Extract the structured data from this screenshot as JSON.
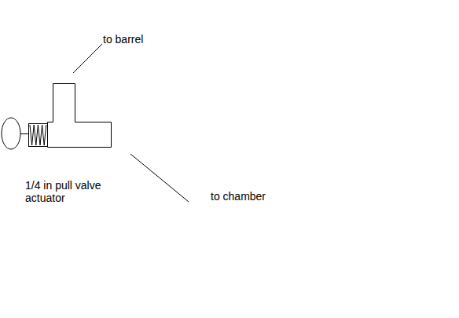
{
  "diagram": {
    "labels": [
      "to barrel",
      "to chamber",
      "1/4 in pull valve actuator"
    ]
  }
}
